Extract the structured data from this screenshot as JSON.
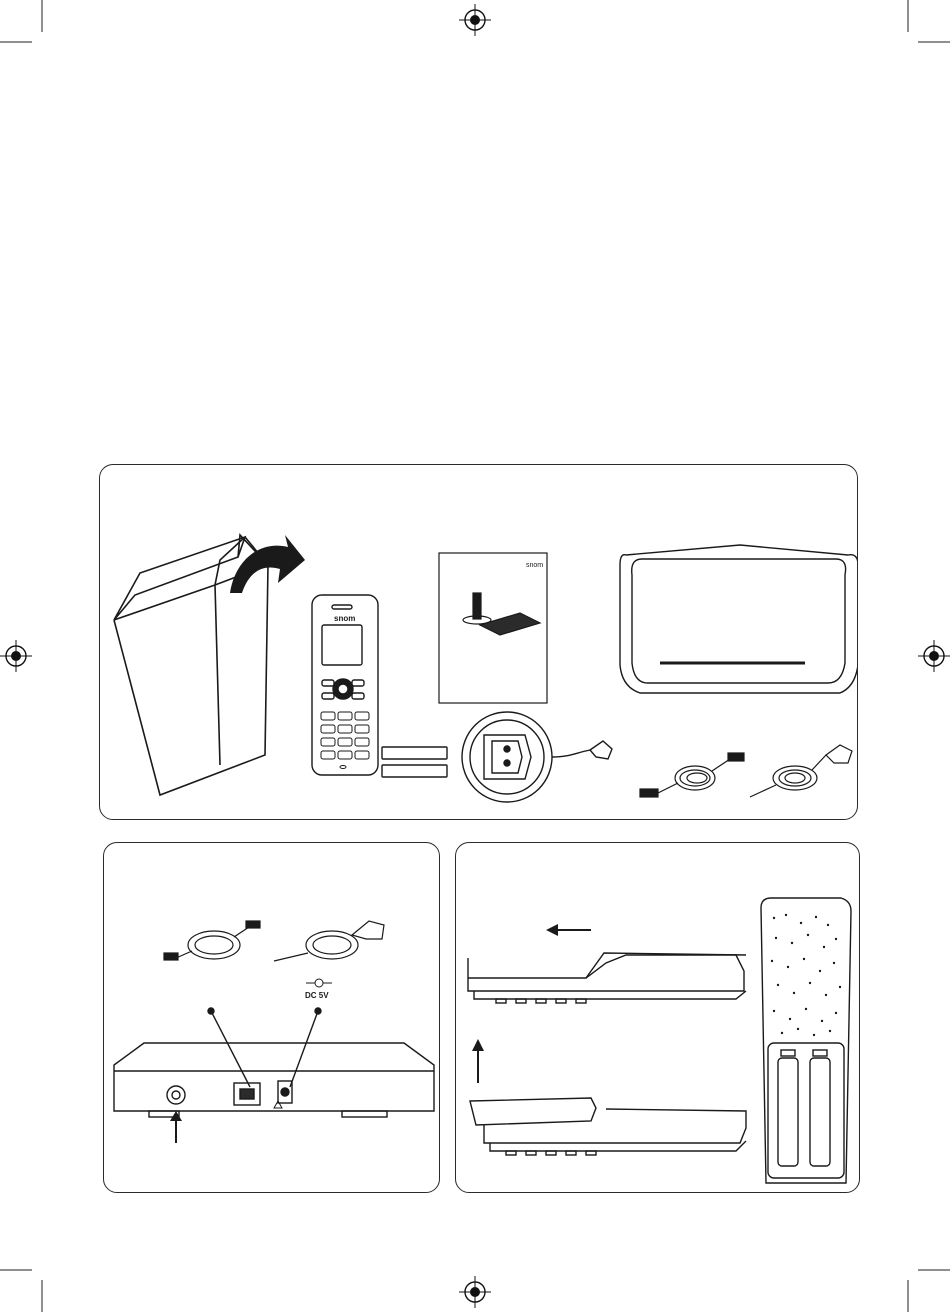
{
  "brand": {
    "handset_logo": "snom",
    "manual_logo": "snom"
  },
  "base_ports": {
    "power_label": "DC 5V"
  },
  "colors": {
    "ink": "#1a1a1a",
    "dark_fill": "#2b2b2b"
  },
  "icons": [
    "registration-mark-icon",
    "box-icon",
    "rotate-arrow-icon",
    "handset-icon",
    "manual-icon",
    "charger-icon",
    "base-station-icon",
    "ethernet-cable-icon",
    "power-adapter-icon",
    "arrow-icon",
    "battery-icon"
  ]
}
